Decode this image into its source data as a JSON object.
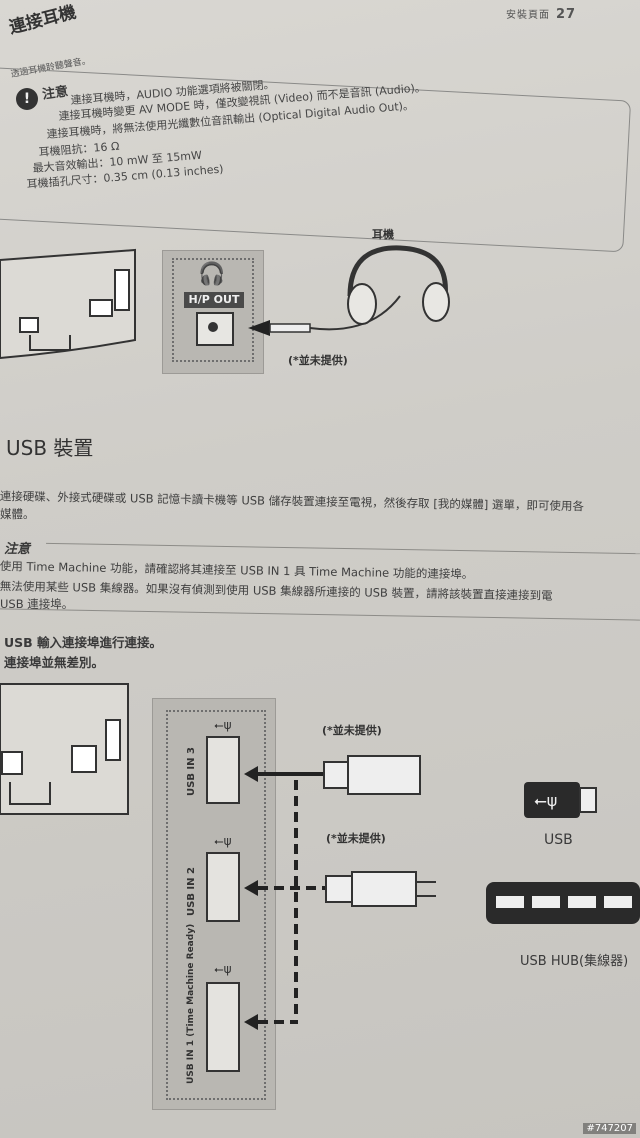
{
  "header": {
    "chapter": "安裝頁面",
    "page_number": "27"
  },
  "headphone_section": {
    "title": "連接耳機",
    "subtitle": "透過耳機聆聽聲音。",
    "note_title": "注意",
    "note_lines": [
      "連接耳機時，AUDIO 功能選項將被關閉。",
      "連接耳機時變更 AV MODE 時，僅改變視訊 (Video) 而不是音訊 (Audio)。",
      "連接耳機時，將無法使用光纖數位音訊輸出 (Optical Digital Audio Out)。",
      "耳機阻抗：16 Ω",
      "最大音效輸出：10 mW 至 15mW",
      "耳機插孔尺寸：0.35 cm (0.13 inches)"
    ],
    "headphone_label": "耳機",
    "hp_out_label": "H/P OUT",
    "not_provided": "(*並未提供)"
  },
  "usb_section": {
    "title": "USB 裝置",
    "intro_lines": [
      "連接硬碟、外接式硬碟或 USB 記憶卡讀卡機等 USB 儲存裝置連接至電視，然後存取 [我的媒體] 選單，即可使用各",
      "媒體。"
    ],
    "note_title": "注意",
    "note_lines": [
      "使用 Time Machine 功能，請確認將其連接至 USB IN 1 具 Time Machine 功能的連接埠。",
      "無法使用某些 USB 集線器。如果沒有偵測到使用 USB 集線器所連接的 USB 裝置，請將該裝置直接連接到電",
      "USB 連接埠。"
    ],
    "connect_lines": [
      "USB 輸入連接埠進行連接。",
      "連接埠並無差別。"
    ],
    "ports": [
      {
        "name": "USB IN 3"
      },
      {
        "name": "USB IN 2"
      },
      {
        "name": "USB IN 1 (Time Machine Ready)"
      }
    ],
    "not_provided_1": "(*並未提供)",
    "not_provided_2": "(*並未提供)",
    "usb_label": "USB",
    "hub_label": "USB HUB(集線器)"
  },
  "watermark": "#747207"
}
